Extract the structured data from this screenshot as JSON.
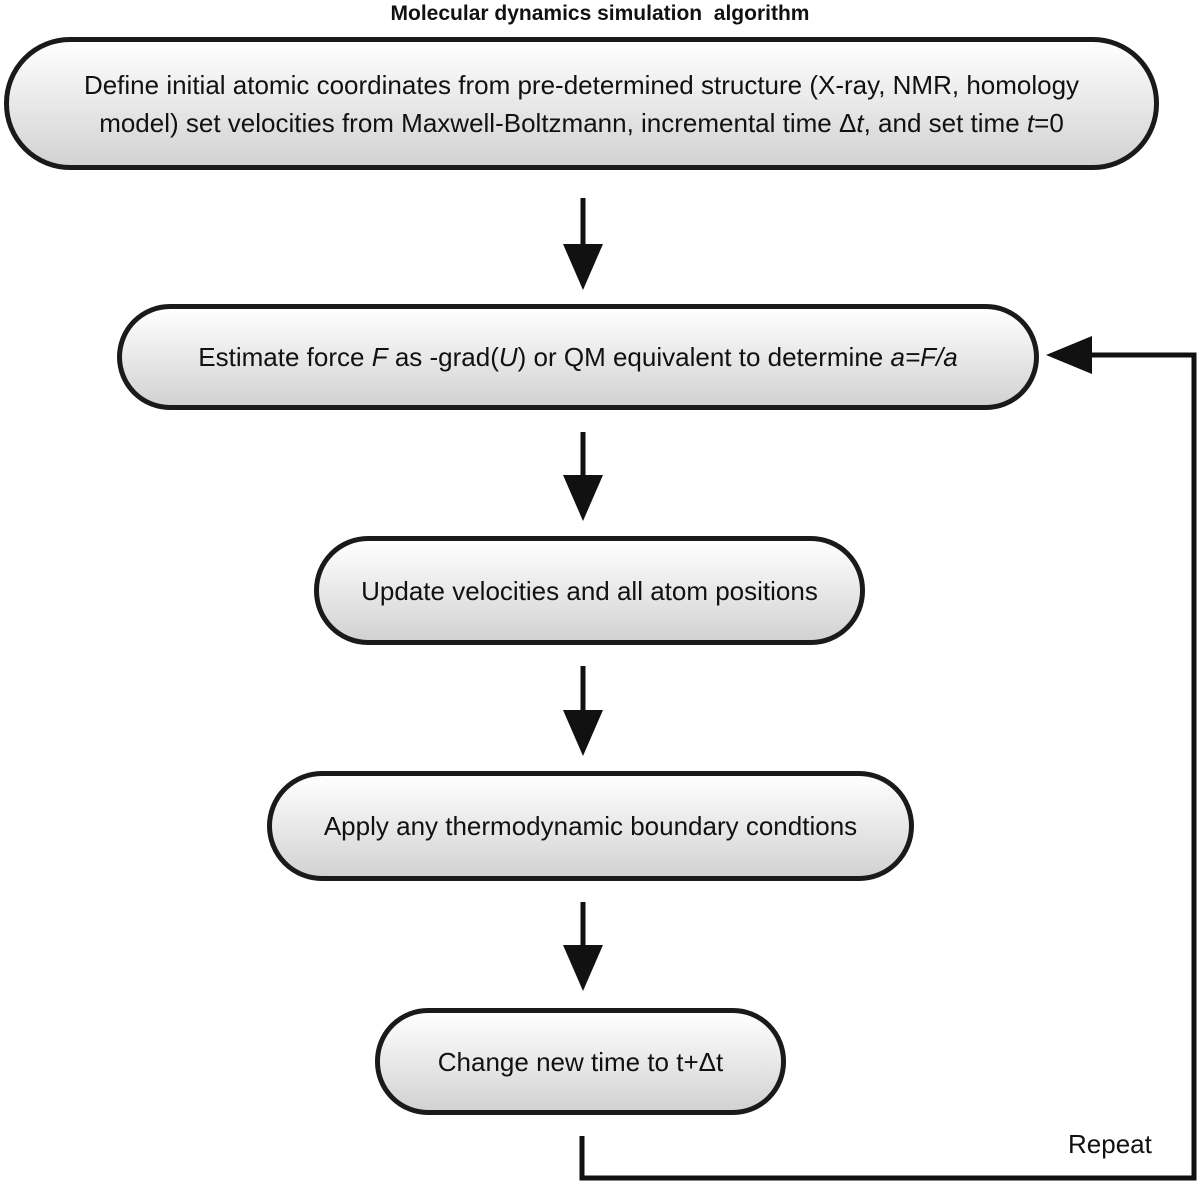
{
  "title": "Molecular dynamics simulation  algorithm",
  "steps": [
    {
      "line1": "Define initial atomic coordinates from pre-determined structure (X-ray, NMR, homology",
      "line2_a": "model)  set velocities from Maxwell-Boltzmann, incremental time Δ",
      "line2_b": "t",
      "line2_c": ", and set time ",
      "line2_d": "t",
      "line2_e": "=0"
    },
    {
      "a": "Estimate force ",
      "b": "F",
      "c": " as -grad(",
      "d": "U",
      "e": ") or QM equivalent to determine ",
      "f": "a=F/a"
    },
    {
      "text": "Update velocities and all atom positions"
    },
    {
      "text": "Apply any thermodynamic boundary condtions"
    },
    {
      "text": "Change new time to t+Δt"
    }
  ],
  "loop_label": "Repeat"
}
